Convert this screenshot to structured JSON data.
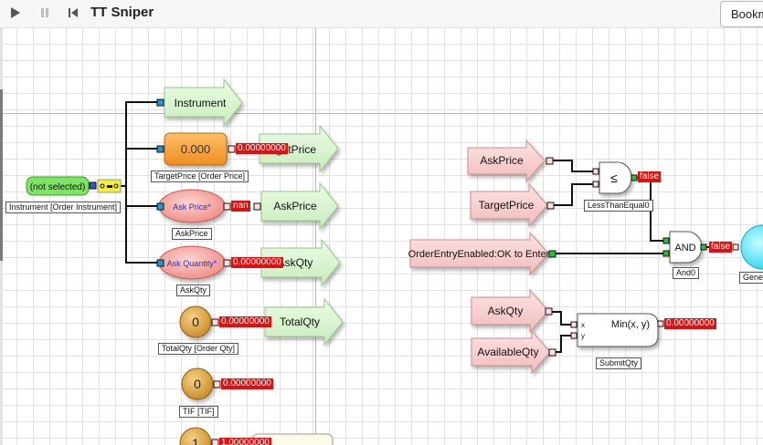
{
  "app": {
    "title": "TT Sniper",
    "bookmark_label": "Bookm"
  },
  "toolbar": {
    "play_icon": "play-icon",
    "pause_icon": "pause-icon",
    "step_icon": "step-back-icon"
  },
  "colors": {
    "green_node": "#d9f5d0",
    "red_node": "#f8cfcf",
    "value_red": "#e01010",
    "orange": "#f7a23c"
  },
  "nodes": {
    "instrument_source": {
      "text": "(not selected)",
      "label": "Instrument [Order Instrument]"
    },
    "instrument_out": {
      "text": "Instrument"
    },
    "target_price_input": {
      "text": "0.000",
      "label": "TargetPrice [Order Price]"
    },
    "target_price_value": "0.00000000",
    "target_price_out": "rgetPrice",
    "ask_price_input": {
      "text": "Ask Price*",
      "label": "AskPrice",
      "value": "nan"
    },
    "ask_price_out": "AskPrice",
    "ask_qty_input": {
      "text": "Ask Quantity*",
      "label": "AskQty",
      "value": "0.00000000"
    },
    "ask_qty_out": "AskQty",
    "total_qty_input": {
      "text": "0",
      "label": "TotalQty [Order Qty]",
      "value": "0.00000000"
    },
    "total_qty_out": "TotalQty",
    "tif_input": {
      "text": "0",
      "label": "TIF [TIF]",
      "value": "0.00000000"
    },
    "bottom_input": {
      "text": "1",
      "value": "1.00000000"
    },
    "ask_price_in": "AskPrice",
    "target_price_in": "TargetPrice",
    "lte": {
      "symbol": "≤",
      "label": "LessThanEqual0",
      "value": "false"
    },
    "order_entry": "OrderEntryEnabled:OK to Enter",
    "and_gate": {
      "text": "AND",
      "label": "And0",
      "value": "false"
    },
    "generator_label": "Gene",
    "ask_qty_in": "AskQty",
    "available_qty_in": "AvailableQty",
    "min_node": {
      "text": "Min(x, y)",
      "label": "SubmitQty",
      "value": "0.00000000",
      "port_x": "x",
      "port_y": "y"
    }
  }
}
